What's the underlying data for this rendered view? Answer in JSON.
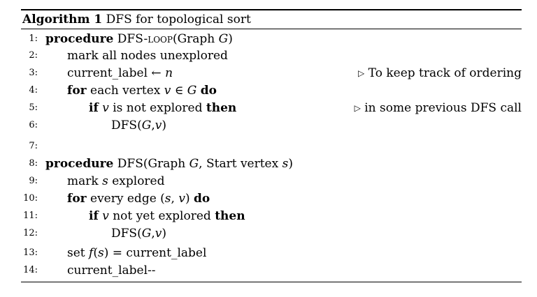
{
  "caption": {
    "label": "Algorithm 1",
    "title": "DFS for topological sort"
  },
  "lines": [
    {
      "no": "1:",
      "parts": [
        "procedure",
        "DFS-",
        "loop",
        "(Graph ",
        "G",
        ")"
      ]
    },
    {
      "no": "2:",
      "text": "mark all nodes unexplored"
    },
    {
      "no": "3:",
      "parts": [
        "current_label ← ",
        "n"
      ],
      "comment": "To keep track of ordering"
    },
    {
      "no": "4:",
      "parts": [
        "for",
        " each vertex ",
        "v",
        " ∈ ",
        "G",
        " ",
        "do"
      ]
    },
    {
      "no": "5:",
      "parts": [
        "if",
        " ",
        "v",
        " is not explored ",
        "then"
      ],
      "comment": "in some previous DFS call"
    },
    {
      "no": "6:",
      "parts": [
        "DFS(",
        "G",
        ",",
        "v",
        ")"
      ]
    },
    {
      "no": "7:",
      "text": ""
    },
    {
      "no": "8:",
      "parts": [
        "procedure",
        " DFS(Graph ",
        "G",
        ", Start vertex ",
        "s",
        ")"
      ]
    },
    {
      "no": "9:",
      "parts": [
        "mark ",
        "s",
        " explored"
      ]
    },
    {
      "no": "10:",
      "parts": [
        "for",
        " every edge (",
        "s",
        ", ",
        "v",
        ") ",
        "do"
      ]
    },
    {
      "no": "11:",
      "parts": [
        "if",
        " ",
        "v",
        " not yet explored ",
        "then"
      ]
    },
    {
      "no": "12:",
      "parts": [
        "DFS(",
        "G",
        ",",
        "v",
        ")"
      ]
    },
    {
      "no": "13:",
      "parts": [
        "set ",
        "f",
        "(",
        "s",
        ") = current_label"
      ]
    },
    {
      "no": "14:",
      "text": "current_label--"
    }
  ]
}
